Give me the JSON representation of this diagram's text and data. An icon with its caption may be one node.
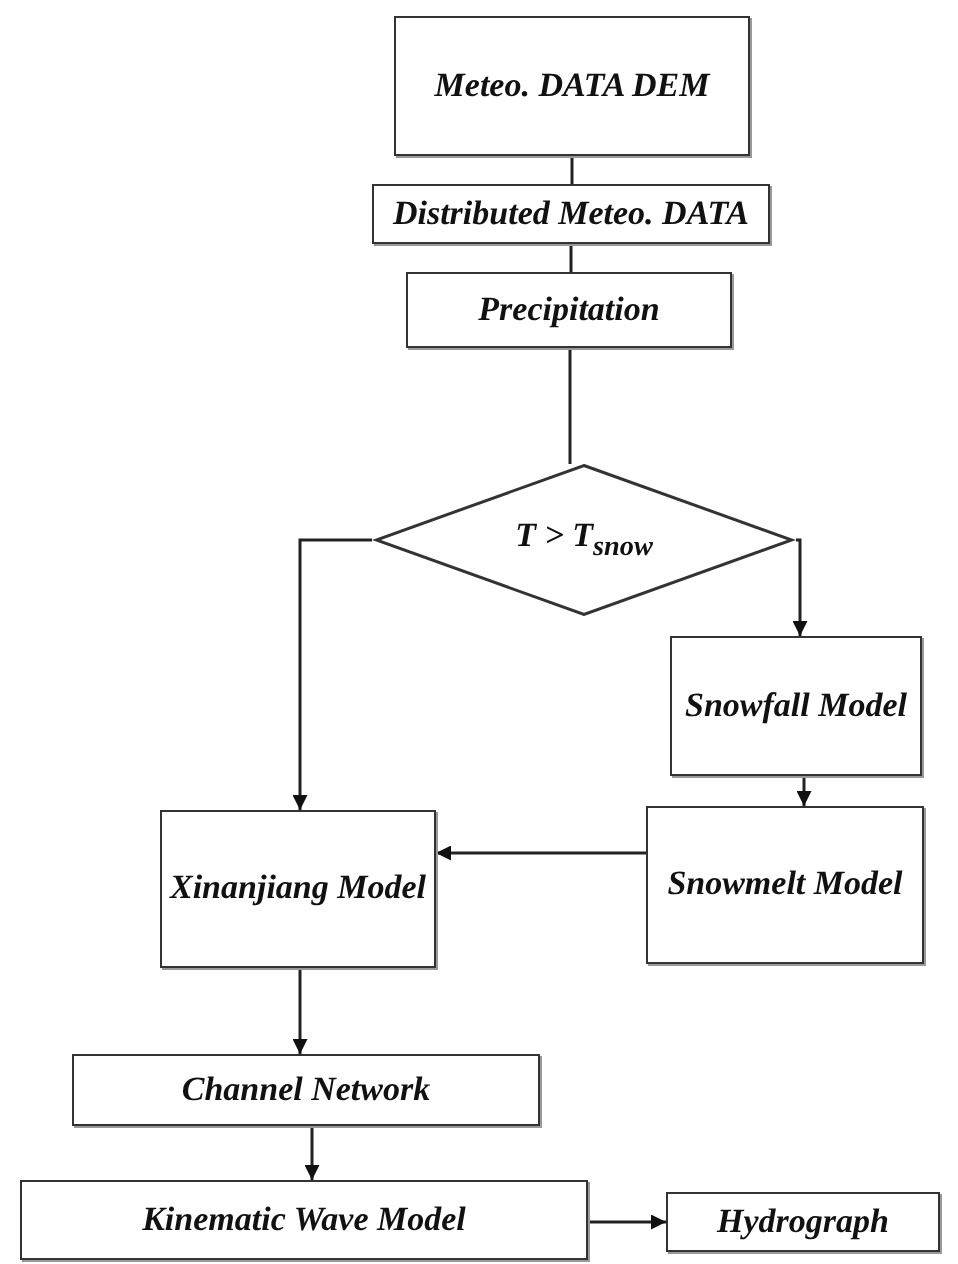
{
  "diagram": {
    "nodes": [
      {
        "text": [
          "Meteo. DATA DEM"
        ]
      },
      {
        "text": [
          "Distributed Meteo. DATA"
        ]
      },
      {
        "text": [
          "Precipitation"
        ]
      },
      {
        "text": [
          "T > T$_{snow}$"
        ]
      },
      {
        "text": [
          "Snowfall Model"
        ]
      },
      {
        "text": [
          "Snowmelt Model"
        ]
      },
      {
        "text": [
          "Xinanjiang Model"
        ]
      },
      {
        "text": [
          "Channel Network"
        ]
      },
      {
        "text": [
          "Kinematic Wave Model"
        ]
      },
      {
        "text": [
          "Hydrograph"
        ]
      }
    ],
    "edges": [
      {
        "from": 0,
        "to": 1,
        "arrow": "none"
      },
      {
        "from": 1,
        "to": 2,
        "arrow": "none"
      },
      {
        "from": 2,
        "to": 3,
        "arrow": "none"
      },
      {
        "from": 3,
        "to": 6,
        "arrow": "to"
      },
      {
        "from": 3,
        "to": 4,
        "arrow": "to"
      },
      {
        "from": 4,
        "to": 5,
        "arrow": "to"
      },
      {
        "from": 5,
        "to": 6,
        "arrow": "to"
      },
      {
        "from": 6,
        "to": 7,
        "arrow": "to"
      },
      {
        "from": 7,
        "to": 8,
        "arrow": "to"
      },
      {
        "from": 8,
        "to": 9,
        "arrow": "to"
      }
    ]
  }
}
